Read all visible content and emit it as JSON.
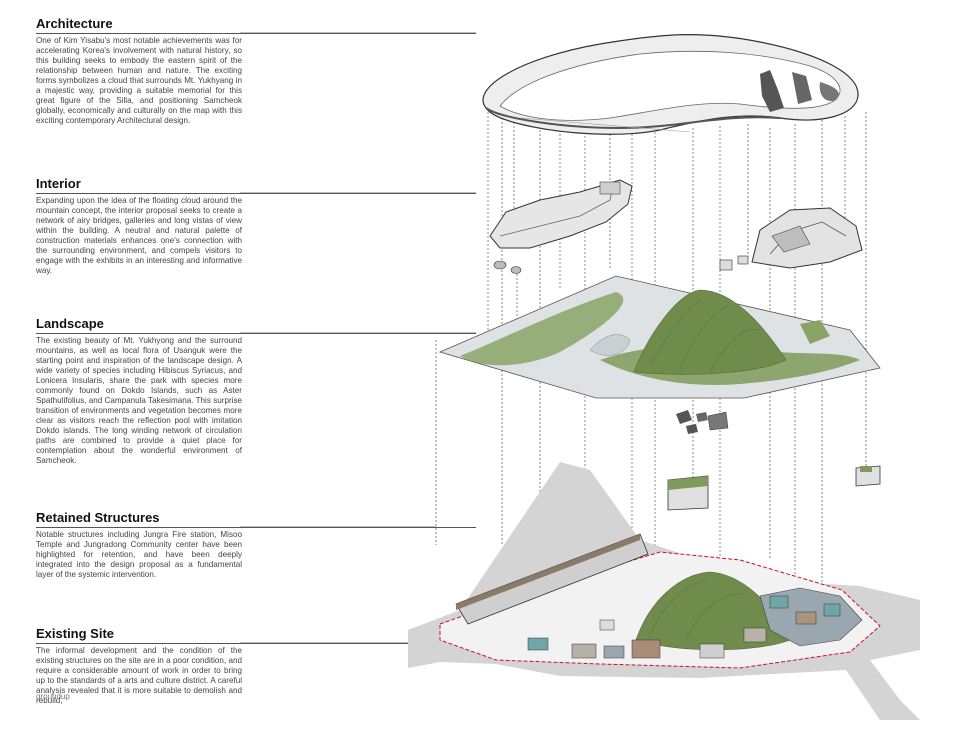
{
  "sections": {
    "architecture": {
      "title": "Architecture",
      "body": "One of Kim Yisabu's most notable achievements was for accelerating Korea's involvement with natural history, so this building seeks to embody the eastern spirit of the relationship between human and nature. The exciting forms symbolizes a cloud that surrounds Mt. Yukhyang in a majestic way, providing a suitable memorial for this great figure of the Silla, and positioning Samcheok globally, economically and culturally on the map with this exciting contemporary Architectural design."
    },
    "interior": {
      "title": "Interior",
      "body": "Expanding upon the idea of the floating cloud around the mountain concept, the interior proposal seeks to create a network of airy bridges, galleries and long vistas of view within the building. A neutral and natural palette of construction materials enhances one's connection with the surrounding environment, and compels visitors to engage with the exhibits in an interesting and informative way."
    },
    "landscape": {
      "title": "Landscape",
      "body": "The existing beauty of Mt. Yukhyong and the surround mountains, as well as local flora of Usanguk were the starting point and inspiration of the landscape design. A wide variety of species including Hibiscus Syriacus, and Lonicera Insularis, share the park with species more commonly found on Dokdo Islands, such as Aster Spathulifolius, and Campanula Takesimana. This surprise transition of environments and vegetation becomes more clear as visitors reach the reflection pool with imitation Dokdo islands. The long winding network of circulation paths are combined to provide a quiet place for contemplation about the wonderful environment of Samcheok."
    },
    "retained": {
      "title": "Retained Structures",
      "body": "Notable structures including Jungra Fire station, Misoo Temple and Jungradong Community center have been highlighted for retention, and have been deeply integrated into the design proposal as a fundamental layer of the systemic intervention."
    },
    "existing": {
      "title": "Existing Site",
      "body": "The informal development and the condition of the existing structures on the site are in a poor condition, and require a considerable amount of work in order to bring up to the standards of a arts and culture district. A careful analysis revealed that it is more suitable to demolish and rebuild,"
    }
  },
  "watermark": "groundup",
  "colors": {
    "mountain": "#6f8c4c",
    "grass": "#8aa466",
    "water": "#d9dde0",
    "site_boundary": "#c8102e",
    "road": "#d4d4d4",
    "building_roof": "#9aa7b0",
    "building_accent": "#6fa7a8",
    "leader_line": "#555555"
  }
}
